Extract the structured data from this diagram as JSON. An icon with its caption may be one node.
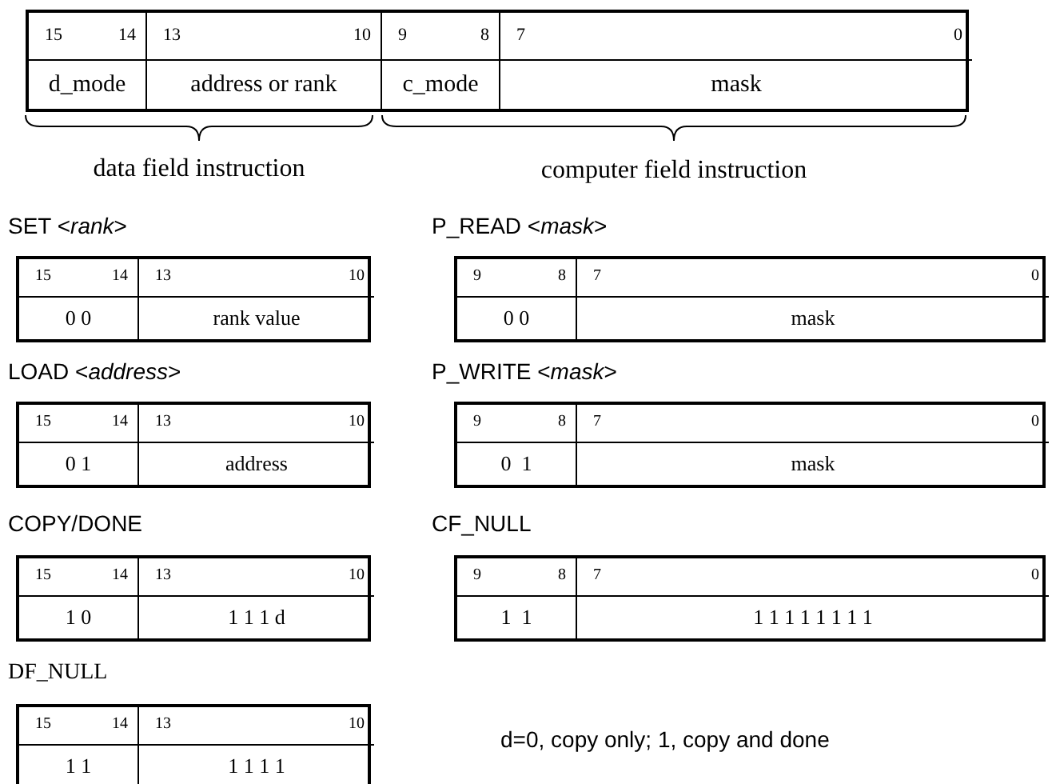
{
  "diagram": {
    "labels": [
      "15",
      "14",
      "13",
      "10",
      "9",
      "8",
      "7",
      "0",
      "d_mode",
      "address or rank",
      "c_mode",
      "mask",
      "data field instruction",
      "computer field instruction",
      "SET <*rank*>",
      "P_READ <*mask*>",
      "15",
      "14",
      "13",
      "10",
      "0 0",
      "rank value",
      "9",
      "8",
      "7",
      "0",
      "0 0",
      "mask",
      "LOAD <*address*>",
      "P_WRITE <*mask*>",
      "15",
      "14",
      "13",
      "10",
      "0 1",
      "address",
      "9",
      "8",
      "7",
      "0",
      "0  1",
      "mask",
      "COPY/DONE",
      "CF_NULL",
      "15",
      "14",
      "13",
      "10",
      "1 0",
      "1 1 1 d",
      "9",
      "8",
      "7",
      "0",
      "1  1",
      "1 1 1 1 1 1 1 1",
      "DF_NULL",
      "15",
      "14",
      "13",
      "10",
      "1 1",
      "1 1 1 1",
      "d=0, copy only; 1, copy and done"
    ]
  }
}
